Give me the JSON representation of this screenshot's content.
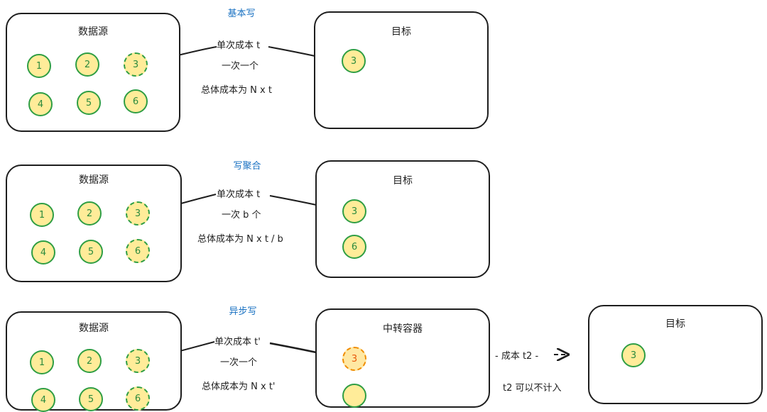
{
  "sections": [
    {
      "title": "基本写",
      "source": {
        "title": "数据源",
        "nodes": [
          "1",
          "2",
          "3",
          "4",
          "5",
          "6"
        ]
      },
      "notes": [
        "单次成本 t",
        "一次一个",
        "总体成本为 N x t"
      ],
      "target": {
        "title": "目标",
        "nodes": [
          "3"
        ]
      }
    },
    {
      "title": "写聚合",
      "source": {
        "title": "数据源",
        "nodes": [
          "1",
          "2",
          "3",
          "4",
          "5",
          "6"
        ]
      },
      "notes": [
        "单次成本 t",
        "一次 b 个",
        "总体成本为 N x t / b"
      ],
      "target": {
        "title": "目标",
        "nodes": [
          "3",
          "6"
        ]
      }
    },
    {
      "title": "异步写",
      "source": {
        "title": "数据源",
        "nodes": [
          "1",
          "2",
          "3",
          "4",
          "5",
          "6"
        ]
      },
      "notes": [
        "单次成本 t'",
        "一次一个",
        "总体成本为 N x t'"
      ],
      "relay": {
        "title": "中转容器",
        "nodes": [
          "3",
          ""
        ]
      },
      "relay_notes": [
        "- 成本 t2 -",
        "t2 可以不计入"
      ],
      "target": {
        "title": "目标",
        "nodes": [
          "3"
        ]
      }
    }
  ],
  "colors": {
    "node_fill": "#ffec99",
    "node_border": "#2f9e44",
    "relay_border": "#f08c00",
    "title_blue": "#1971c2"
  }
}
